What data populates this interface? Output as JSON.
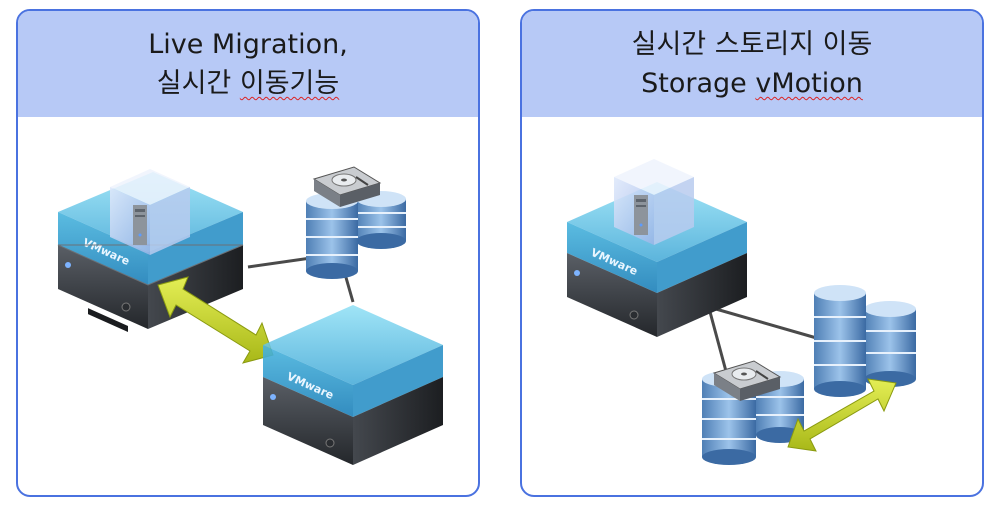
{
  "panels": [
    {
      "title_line1": "Live Migration,",
      "title_line2_prefix": "실시간 ",
      "title_line2_marked": "이동기능"
    },
    {
      "title_line1": "실시간 스토리지 이동",
      "title_line2_prefix": "Storage ",
      "title_line2_marked": "vMotion"
    }
  ],
  "server_brand": "VMware",
  "colors": {
    "panel_border": "#4a72e0",
    "header_bg": "#b7c9f6",
    "hypervisor_cyan": "#4db6dc",
    "arrow_green": "#c9d92c",
    "disk_blue": "#6c9ccc"
  }
}
